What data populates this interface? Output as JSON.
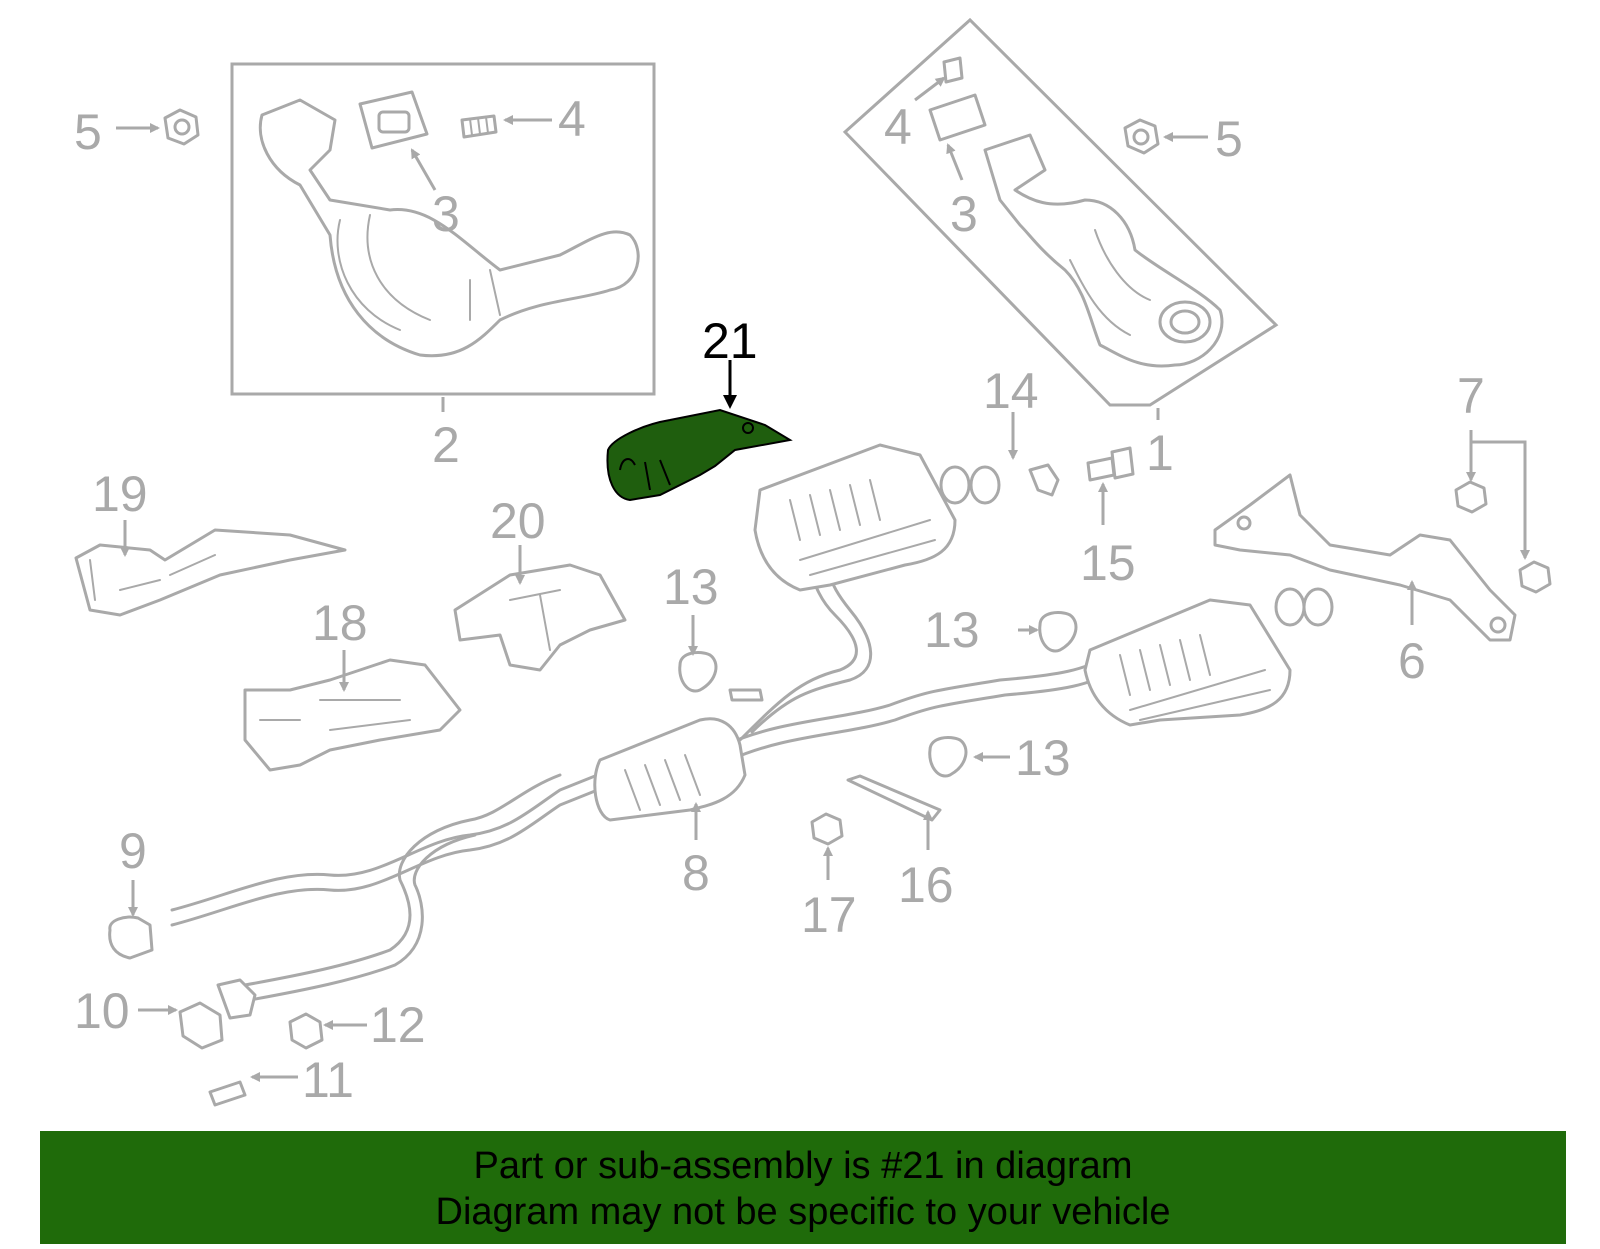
{
  "colors": {
    "highlight_part": "#1f5e0e",
    "banner_background": "#1f6b0a",
    "banner_text": "#000000",
    "part_outline": "#a9a9a9",
    "highlight_label": "#000000"
  },
  "callouts": {
    "c1": "1",
    "c2": "2",
    "c3a": "3",
    "c3b": "3",
    "c4a": "4",
    "c4b": "4",
    "c5a": "5",
    "c5b": "5",
    "c6": "6",
    "c7": "7",
    "c8": "8",
    "c9": "9",
    "c10": "10",
    "c11": "11",
    "c12": "12",
    "c13a": "13",
    "c13b": "13",
    "c13c": "13",
    "c14": "14",
    "c15": "15",
    "c16": "16",
    "c17": "17",
    "c18": "18",
    "c19": "19",
    "c20": "20",
    "c21": "21"
  },
  "highlighted_callout": "21",
  "banner": {
    "line1": "Part or sub-assembly is #21 in diagram",
    "line2": "Diagram may not be specific to your vehicle"
  }
}
